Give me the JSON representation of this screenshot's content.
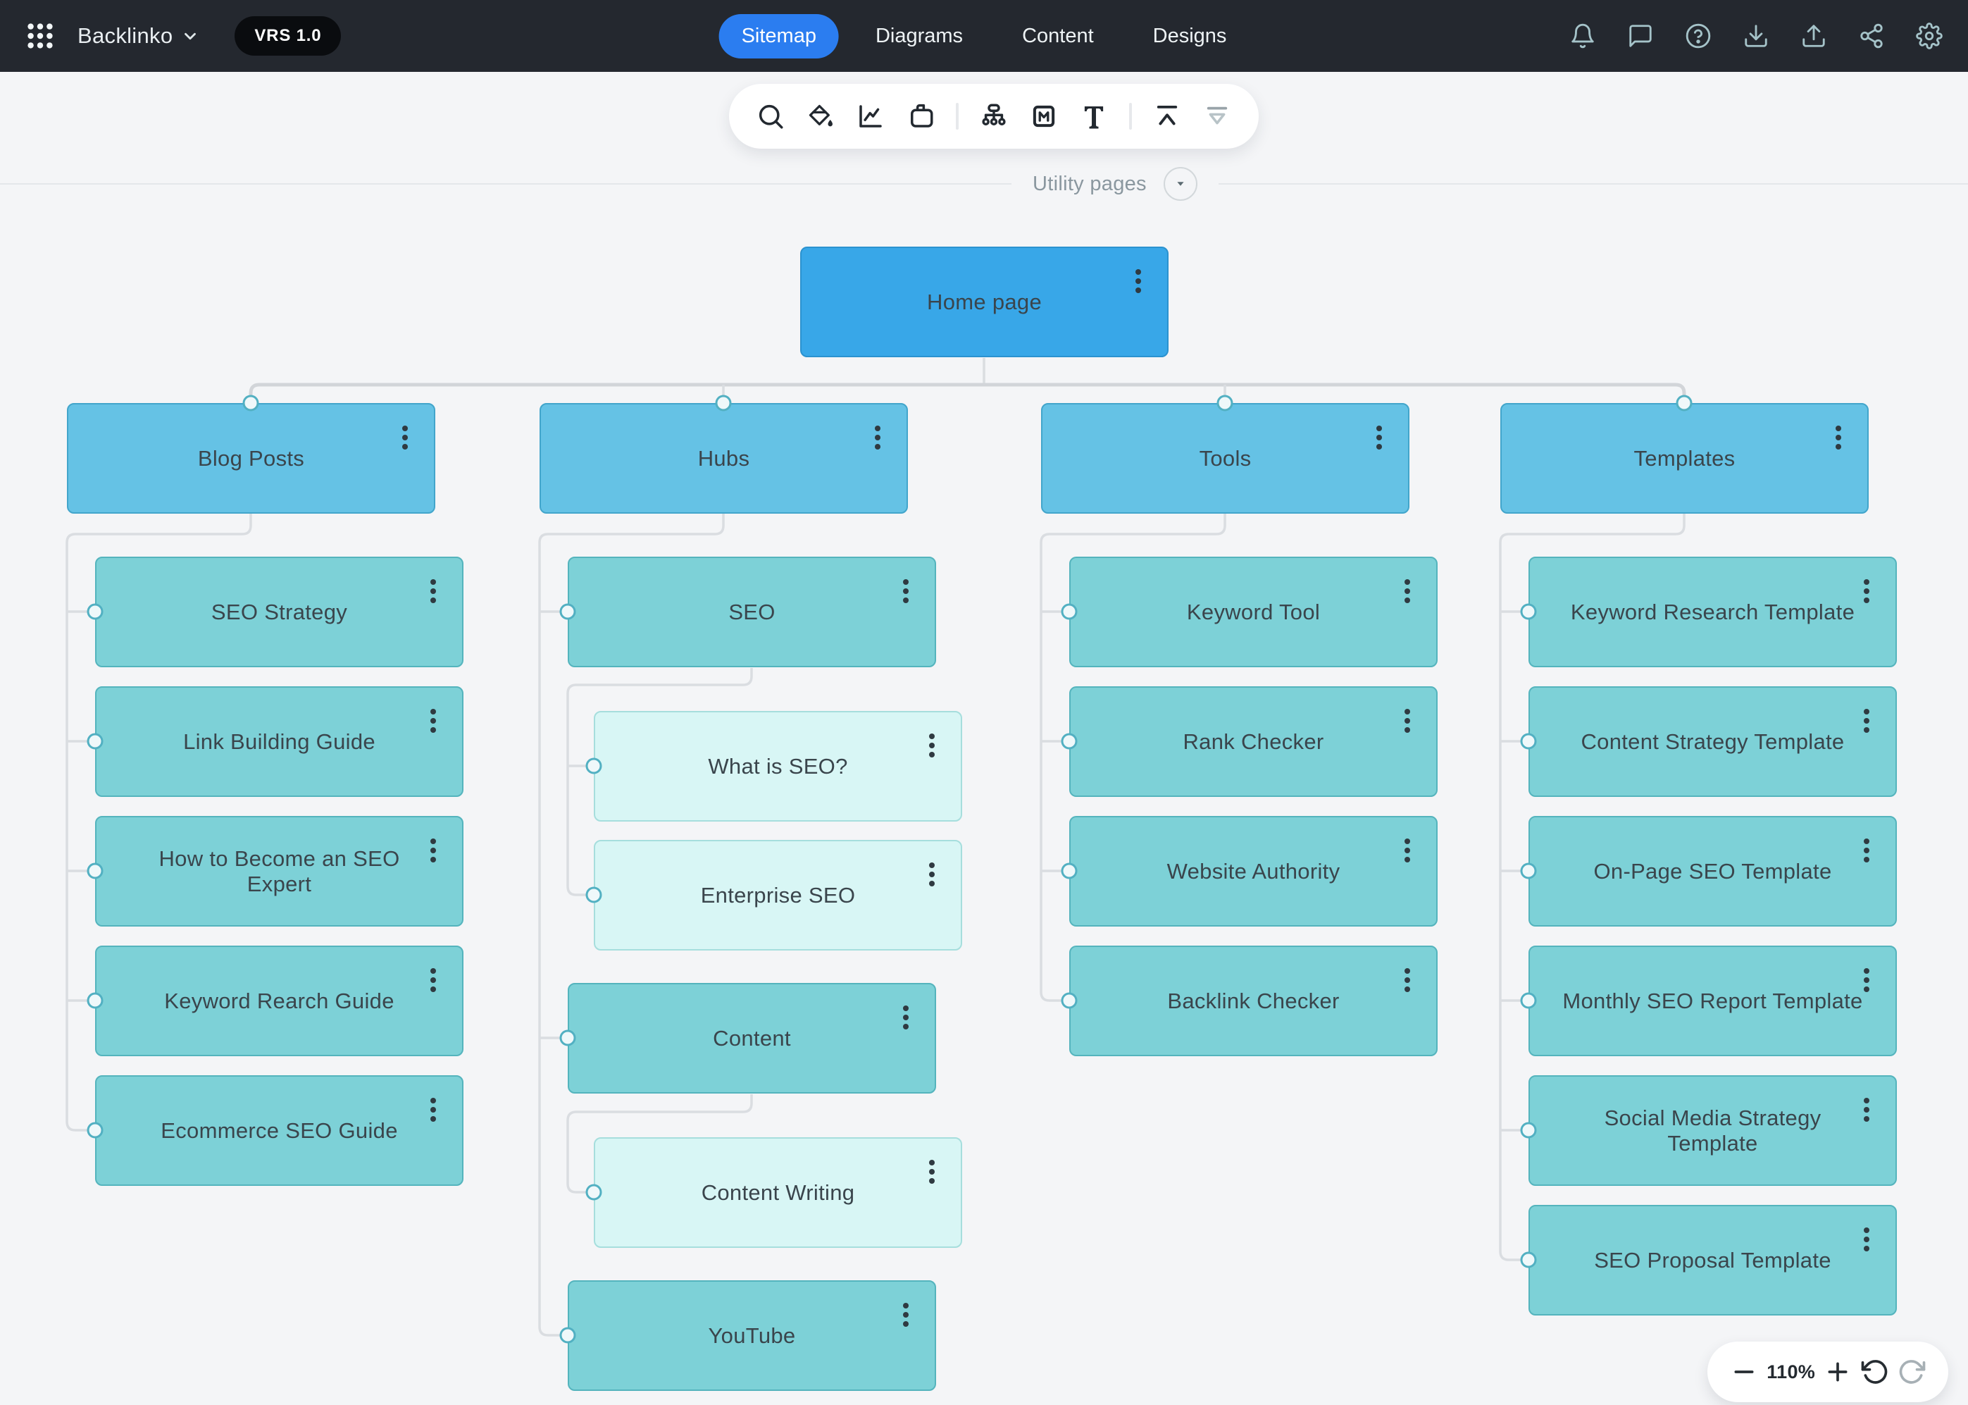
{
  "header": {
    "workspace": "Backlinko",
    "version": "VRS 1.0",
    "nav": [
      {
        "label": "Sitemap",
        "active": true
      },
      {
        "label": "Diagrams",
        "active": false
      },
      {
        "label": "Content",
        "active": false
      },
      {
        "label": "Designs",
        "active": false
      }
    ],
    "right_icons": [
      "notifications-bell",
      "comment-bubble",
      "help-circle",
      "download",
      "upload",
      "share-nodes",
      "settings-gear"
    ]
  },
  "toolbar": {
    "icons": [
      "search",
      "fill-color",
      "analytics-chart",
      "pages",
      "sitemap-node",
      "markdown",
      "text-tool",
      "collapse-all",
      "expand-all"
    ],
    "disabled_icon": "expand-all"
  },
  "utility": {
    "label": "Utility pages"
  },
  "zoom_controls": {
    "zoom_level": "110%",
    "icons": [
      "zoom-out",
      "zoom-in",
      "undo",
      "redo"
    ],
    "disabled_icon": "redo"
  },
  "colors": {
    "topbar": "#24282f",
    "canvas": "#f4f5f7",
    "nav_accent": "#2b7df0",
    "root_card": "#38a7e8",
    "level1_card": "#65c2e5",
    "level2_card": "#7dd1d7",
    "level3_card": "#d8f6f5",
    "connector": "#d9dce0",
    "port_stroke": "#52b0c2"
  },
  "sitemap": {
    "root": {
      "title": "Home page"
    },
    "branches": [
      {
        "title": "Blog Posts",
        "children": [
          {
            "title": "SEO Strategy"
          },
          {
            "title": "Link Building Guide"
          },
          {
            "title": "How to Become an SEO Expert"
          },
          {
            "title": "Keyword Rearch Guide"
          },
          {
            "title": "Ecommerce SEO Guide"
          }
        ]
      },
      {
        "title": "Hubs",
        "children": [
          {
            "title": "SEO",
            "children": [
              {
                "title": "What is SEO?"
              },
              {
                "title": "Enterprise SEO"
              }
            ]
          },
          {
            "title": "Content",
            "children": [
              {
                "title": "Content Writing"
              }
            ]
          },
          {
            "title": "YouTube"
          }
        ]
      },
      {
        "title": "Tools",
        "children": [
          {
            "title": "Keyword Tool"
          },
          {
            "title": "Rank Checker"
          },
          {
            "title": "Website Authority"
          },
          {
            "title": "Backlink Checker"
          }
        ]
      },
      {
        "title": "Templates",
        "children": [
          {
            "title": "Keyword Research Template"
          },
          {
            "title": "Content Strategy Template"
          },
          {
            "title": "On-Page SEO Template"
          },
          {
            "title": "Monthly SEO Report Template"
          },
          {
            "title": "Social Media Strategy Template"
          },
          {
            "title": "SEO Proposal Template"
          }
        ]
      }
    ]
  }
}
